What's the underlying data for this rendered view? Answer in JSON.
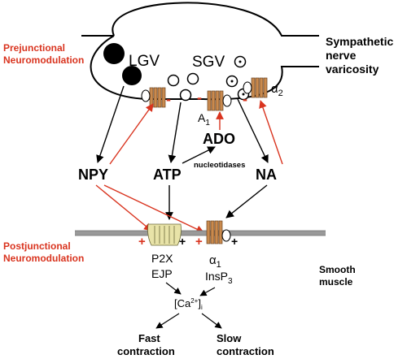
{
  "labels": {
    "prejunctional_line1": "Prejunctional",
    "prejunctional_line2": "Neuromodulation",
    "postjunctional_line1": "Postjunctional",
    "postjunctional_line2": "Neuromodulation",
    "varicosity_line1": "Sympathetic",
    "varicosity_line2": "nerve",
    "varicosity_line3": "varicosity",
    "lgv": "LGV",
    "sgv": "SGV",
    "a1_pre_letter": "A",
    "a1_pre_sub": "1",
    "alpha2_letter": "α",
    "alpha2_sub": "2",
    "ado": "ADO",
    "nucleotidases": "nucleotidases",
    "npy": "NPY",
    "atp": "ATP",
    "na": "NA",
    "p2x": "P2X",
    "ejp": "EJP",
    "alpha1_letter": "α",
    "alpha1_sub": "1",
    "insp3_main": "InsP",
    "insp3_sub": "3",
    "smooth_line1": "Smooth",
    "smooth_line2": "muscle",
    "ca_open": "[Ca",
    "ca_sup": "2+",
    "ca_close": "]",
    "ca_sub": "i",
    "fast_line1": "Fast",
    "fast_line2": "contraction",
    "slow_line1": "Slow",
    "slow_line2": "contraction",
    "minus": "-",
    "plus": "+"
  },
  "colors": {
    "red": "#d9341f",
    "receptor": "#c98a4e",
    "p2x": "#e8e3a8",
    "membrane": "#999999"
  }
}
